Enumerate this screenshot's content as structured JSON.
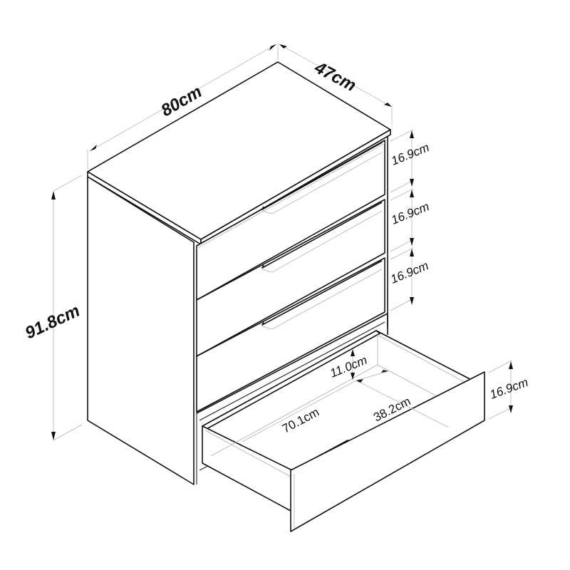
{
  "diagram": {
    "subject": "4-drawer chest of drawers with bottom drawer open",
    "stroke_color": "#111111",
    "dimension_line_color": "#c4c4c4",
    "background": "#ffffff",
    "dimensions": {
      "width": "80cm",
      "depth": "47cm",
      "height": "91.8cm",
      "drawer_front_1": "16.9cm",
      "drawer_front_2": "16.9cm",
      "drawer_front_3": "16.9cm",
      "open_drawer_front": "16.9cm",
      "inner_height": "11.0cm",
      "inner_length": "70.1cm",
      "inner_depth": "38.2cm"
    }
  }
}
